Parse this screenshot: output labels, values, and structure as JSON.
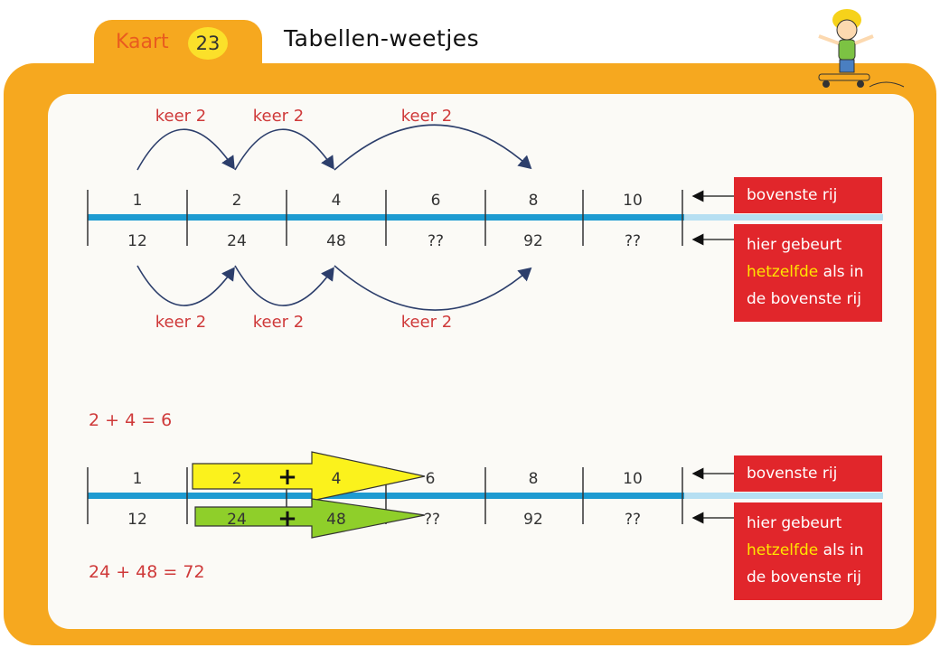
{
  "header": {
    "card_label": "Kaart",
    "card_number": "23",
    "title": "Tabellen-weetjes"
  },
  "top_section": {
    "top_row": [
      "1",
      "2",
      "4",
      "6",
      "8",
      "10"
    ],
    "bottom_row": [
      "12",
      "24",
      "48",
      "??",
      "92",
      "??"
    ],
    "arc_labels_top": [
      "keer 2",
      "keer 2",
      "keer 2"
    ],
    "arc_labels_bottom": [
      "keer 2",
      "keer 2",
      "keer 2"
    ],
    "box_top": "bovenste rij",
    "box_bottom": {
      "line1": "hier gebeurt",
      "highlight": "hetzelfde",
      "line2_rest": " als in",
      "line3": "de bovenste rij"
    }
  },
  "bottom_section": {
    "equation_top": "2 + 4 = 6",
    "equation_bottom": "24 + 48 = 72",
    "top_row": [
      "1",
      "2",
      "4",
      "6",
      "8",
      "10"
    ],
    "bottom_row": [
      "12",
      "24",
      "48",
      "??",
      "92",
      "??"
    ],
    "plus_sign": "+",
    "box_top": "bovenste rij",
    "box_bottom": {
      "line1": "hier gebeurt",
      "highlight": "hetzelfde",
      "line2_rest": " als in",
      "line3": "de bovenste rij"
    }
  },
  "colors": {
    "frame_orange": "#f6a81f",
    "number_line_blue": "#1d9bd1",
    "label_red": "#cf3a3a",
    "box_red": "#e1262b",
    "highlight_yellow": "#ffe400",
    "arrow_yellow": "#fbf21c",
    "arrow_green": "#8fcf2a",
    "arc_navy": "#2c3e6b"
  },
  "icons": {
    "mascot": "skateboard-kid-icon"
  }
}
